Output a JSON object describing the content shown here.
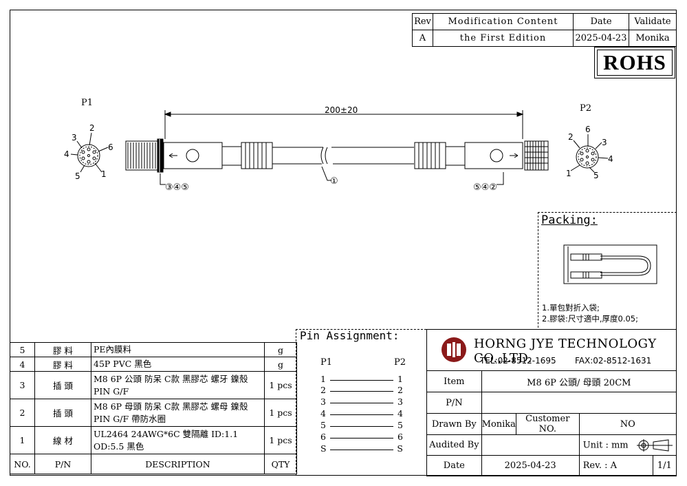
{
  "revision_table": {
    "headers": [
      "Rev",
      "Modification Content",
      "Date",
      "Validate"
    ],
    "rows": [
      [
        "A",
        "the First Edition",
        "2025-04-23",
        "Monika"
      ]
    ]
  },
  "rohs": "ROHS",
  "drawing": {
    "p1_label": "P1",
    "p2_label": "P2",
    "length_dim": "200±20",
    "callout_left": "③④⑤",
    "callout_cable": "①",
    "callout_right": "⑤④②",
    "p1_pins": [
      "2",
      "3",
      "4",
      "5",
      "1",
      "6"
    ],
    "p2_pins": [
      "6",
      "2",
      "3",
      "4",
      "1",
      "5"
    ]
  },
  "packing": {
    "title": "Packing:",
    "notes": [
      "1.單包對折入袋;",
      "2.膠袋:尺寸適中,厚度0.05;"
    ]
  },
  "pin_assignment": {
    "title": "Pin Assignment:",
    "left_header": "P1",
    "right_header": "P2",
    "rows": [
      [
        "1",
        "1"
      ],
      [
        "2",
        "2"
      ],
      [
        "3",
        "3"
      ],
      [
        "4",
        "4"
      ],
      [
        "5",
        "5"
      ],
      [
        "6",
        "6"
      ],
      [
        "S",
        "S"
      ]
    ]
  },
  "bom": {
    "rows": [
      {
        "no": "5",
        "pn": "膠 料",
        "desc": "PE內膜料",
        "qty": "g"
      },
      {
        "no": "4",
        "pn": "膠 料",
        "desc": "45P PVC 黑色",
        "qty": "g"
      },
      {
        "no": "3",
        "pn": "插 頭",
        "desc": "M8 6P 公頭 防呆 C款 黑膠芯 螺牙 鎳殼 PIN G/F",
        "qty": "1 pcs"
      },
      {
        "no": "2",
        "pn": "插 頭",
        "desc": "M8 6P 母頭 防呆 C款 黑膠芯 螺母 鎳殼 PIN G/F 帶防水圈",
        "qty": "1 pcs"
      },
      {
        "no": "1",
        "pn": "線 材",
        "desc": "UL2464 24AWG*6C 雙隔離 ID:1.1 OD:5.5 黑色",
        "qty": "1 pcs"
      }
    ],
    "headers": {
      "no": "NO.",
      "pn": "P/N",
      "desc": "DESCRIPTION",
      "qty": "QTY"
    }
  },
  "title_block": {
    "company": "HORNG JYE TECHNOLOGY CO.,LTD.",
    "tel": "TEL:02-8512-1695",
    "fax": "FAX:02-8512-1631",
    "item_label": "Item",
    "item_value": "M8 6P 公頭/ 母頭 20CM",
    "pn_label": "P/N",
    "pn_value": "",
    "drawn_by_label": "Drawn By",
    "drawn_by_value": "Monika",
    "customer_no_label": "Customer NO.",
    "customer_no_value": "NO",
    "audited_by_label": "Audited By",
    "audited_by_value": "",
    "unit_label": "Unit : mm",
    "date_label": "Date",
    "date_value": "2025-04-23",
    "rev_label": "Rev. : A",
    "sheet": "1/1"
  }
}
